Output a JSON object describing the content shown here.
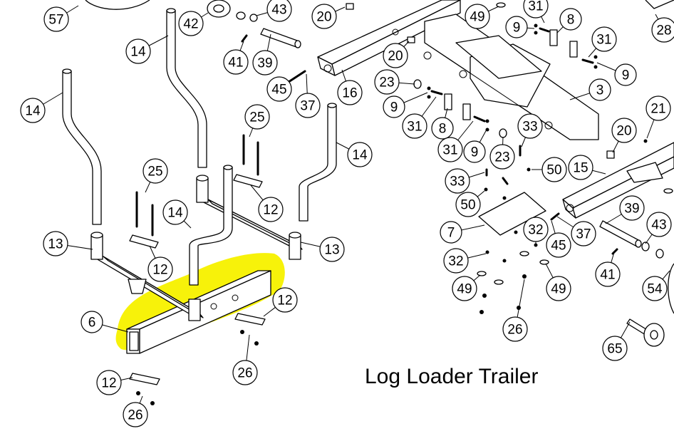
{
  "title": "Log Loader Trailer",
  "highlight_color": "#f7f20a",
  "callouts": [
    {
      "id": "c57",
      "label": "57"
    },
    {
      "id": "c42",
      "label": "42"
    },
    {
      "id": "c43a",
      "label": "43"
    },
    {
      "id": "c20a",
      "label": "20"
    },
    {
      "id": "c49a",
      "label": "49"
    },
    {
      "id": "c31a",
      "label": "31"
    },
    {
      "id": "c8a",
      "label": "8"
    },
    {
      "id": "c9a",
      "label": "9"
    },
    {
      "id": "c28",
      "label": "28"
    },
    {
      "id": "c14a",
      "label": "14"
    },
    {
      "id": "c41a",
      "label": "41"
    },
    {
      "id": "c39a",
      "label": "39"
    },
    {
      "id": "c20b",
      "label": "20"
    },
    {
      "id": "c31b",
      "label": "31"
    },
    {
      "id": "c9b",
      "label": "9"
    },
    {
      "id": "c45a",
      "label": "45"
    },
    {
      "id": "c37a",
      "label": "37"
    },
    {
      "id": "c16",
      "label": "16"
    },
    {
      "id": "c23a",
      "label": "23"
    },
    {
      "id": "c3",
      "label": "3"
    },
    {
      "id": "c14b",
      "label": "14"
    },
    {
      "id": "c25a",
      "label": "25"
    },
    {
      "id": "c9c",
      "label": "9"
    },
    {
      "id": "c31c",
      "label": "31"
    },
    {
      "id": "c8b",
      "label": "8"
    },
    {
      "id": "c21",
      "label": "21"
    },
    {
      "id": "c33a",
      "label": "33"
    },
    {
      "id": "c20c",
      "label": "20"
    },
    {
      "id": "c31d",
      "label": "31"
    },
    {
      "id": "c9d",
      "label": "9"
    },
    {
      "id": "c23b",
      "label": "23"
    },
    {
      "id": "c14c",
      "label": "14"
    },
    {
      "id": "c25b",
      "label": "25"
    },
    {
      "id": "c15",
      "label": "15"
    },
    {
      "id": "c50a",
      "label": "50"
    },
    {
      "id": "c33b",
      "label": "33"
    },
    {
      "id": "c12a",
      "label": "12"
    },
    {
      "id": "c50b",
      "label": "50"
    },
    {
      "id": "c14d",
      "label": "14"
    },
    {
      "id": "c39b",
      "label": "39"
    },
    {
      "id": "c43b",
      "label": "43"
    },
    {
      "id": "c7",
      "label": "7"
    },
    {
      "id": "c32a",
      "label": "32"
    },
    {
      "id": "c37b",
      "label": "37"
    },
    {
      "id": "c13a",
      "label": "13"
    },
    {
      "id": "c13b",
      "label": "13"
    },
    {
      "id": "c45b",
      "label": "45"
    },
    {
      "id": "c12b",
      "label": "12"
    },
    {
      "id": "c32b",
      "label": "32"
    },
    {
      "id": "c41b",
      "label": "41"
    },
    {
      "id": "c49b",
      "label": "49"
    },
    {
      "id": "c49c",
      "label": "49"
    },
    {
      "id": "c54",
      "label": "54"
    },
    {
      "id": "c12c",
      "label": "12"
    },
    {
      "id": "c6",
      "label": "6"
    },
    {
      "id": "c26a",
      "label": "26"
    },
    {
      "id": "c65",
      "label": "65"
    },
    {
      "id": "c26b",
      "label": "26"
    },
    {
      "id": "c12d",
      "label": "12"
    },
    {
      "id": "c26c",
      "label": "26"
    }
  ]
}
